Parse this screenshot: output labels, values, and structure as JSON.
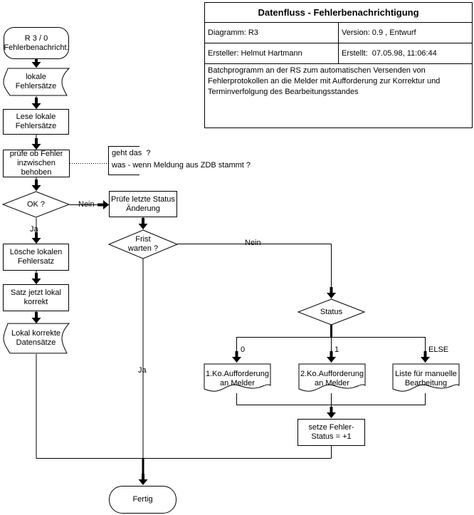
{
  "title_block": {
    "title": "Datenfluss - Fehlerbenachrichtigung",
    "diagram": "Diagramm: R3",
    "version": "Version: 0.9 , Entwurf",
    "author": "Ersteller: Helmut Hartmann",
    "created": "Erstellt:  07.05.98, 11:06:44",
    "description": "Batchprogramm an der RS zum automatischen Versenden von\nFehlerprotokollen an die Melder mit Aufforderung zur Korrektur und\nTerminverfolgung des Bearbeitungsstandes"
  },
  "nodes": {
    "start": "R 3 / 0\nFehlerbenachricht.",
    "lokale_fehlersaetze": "lokale\nFehlersätze",
    "lese": "Lese lokale\nFehlersätze",
    "pruefe_behoben": "prüfe ob Fehler\ninzwischen\nbehoben",
    "ok": "OK ?",
    "pruefe_status": "Prüfe letzte Status\nÄnderung",
    "frist": "Frist\nwarten ?",
    "loesche": "Lösche lokalen\nFehlersatz",
    "satz": "Satz jetzt lokal\nkorrekt",
    "lokal_korrekt": "Lokal korrekte\nDatensätze",
    "status": "Status",
    "doc1": "1.Ko.Aufforderung\nan Melder",
    "doc2": "2.Ko.Aufforderung\nan Melder",
    "doc3": "Liste für manuelle\nBearbeitung",
    "setze": "setze Fehler-\nStatus = +1",
    "fertig": "Fertig"
  },
  "labels": {
    "nein1": "Nein",
    "ja1": "Ja",
    "nein2": "Nein",
    "ja2": "Ja",
    "branch0": "0",
    "branch1": "1",
    "branch_else": "ELSE"
  },
  "annotation": "geht das  ?\nwas - wenn Meldung aus ZDB stammt ?",
  "colors": {
    "line": "#000000",
    "background": "#ffffff"
  }
}
